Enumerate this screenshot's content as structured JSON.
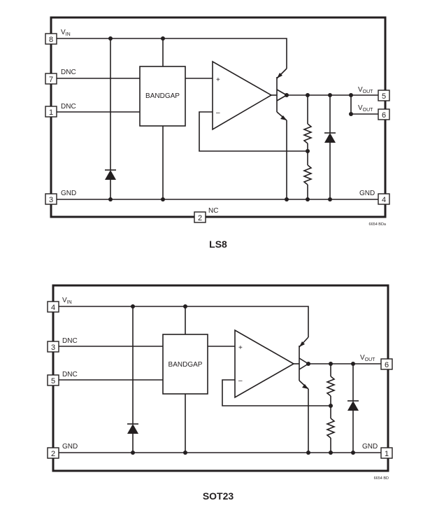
{
  "diagrams": [
    {
      "caption": "LS8",
      "part_code": "6654 BDa",
      "block_label": "BANDGAP",
      "pins": {
        "vin": {
          "num": "8",
          "label_main": "V",
          "label_sub": "IN"
        },
        "dnc1": {
          "num": "7",
          "label": "DNC"
        },
        "dnc2": {
          "num": "1",
          "label": "DNC"
        },
        "gnd_l": {
          "num": "3",
          "label": "GND"
        },
        "nc": {
          "num": "2",
          "label": "NC"
        },
        "vout1": {
          "num": "5",
          "label_main": "V",
          "label_sub": "OUT"
        },
        "vout2": {
          "num": "6",
          "label_main": "V",
          "label_sub": "OUT"
        },
        "gnd_r": {
          "num": "4",
          "label": "GND"
        }
      },
      "opamp": {
        "plus": "+",
        "minus": "–"
      }
    },
    {
      "caption": "SOT23",
      "part_code": "6654 BD",
      "block_label": "BANDGAP",
      "pins": {
        "vin": {
          "num": "4",
          "label_main": "V",
          "label_sub": "IN"
        },
        "dnc1": {
          "num": "3",
          "label": "DNC"
        },
        "dnc2": {
          "num": "5",
          "label": "DNC"
        },
        "gnd_l": {
          "num": "2",
          "label": "GND"
        },
        "vout": {
          "num": "6",
          "label_main": "V",
          "label_sub": "OUT"
        },
        "gnd_r": {
          "num": "1",
          "label": "GND"
        }
      },
      "opamp": {
        "plus": "+",
        "minus": "–"
      }
    }
  ]
}
